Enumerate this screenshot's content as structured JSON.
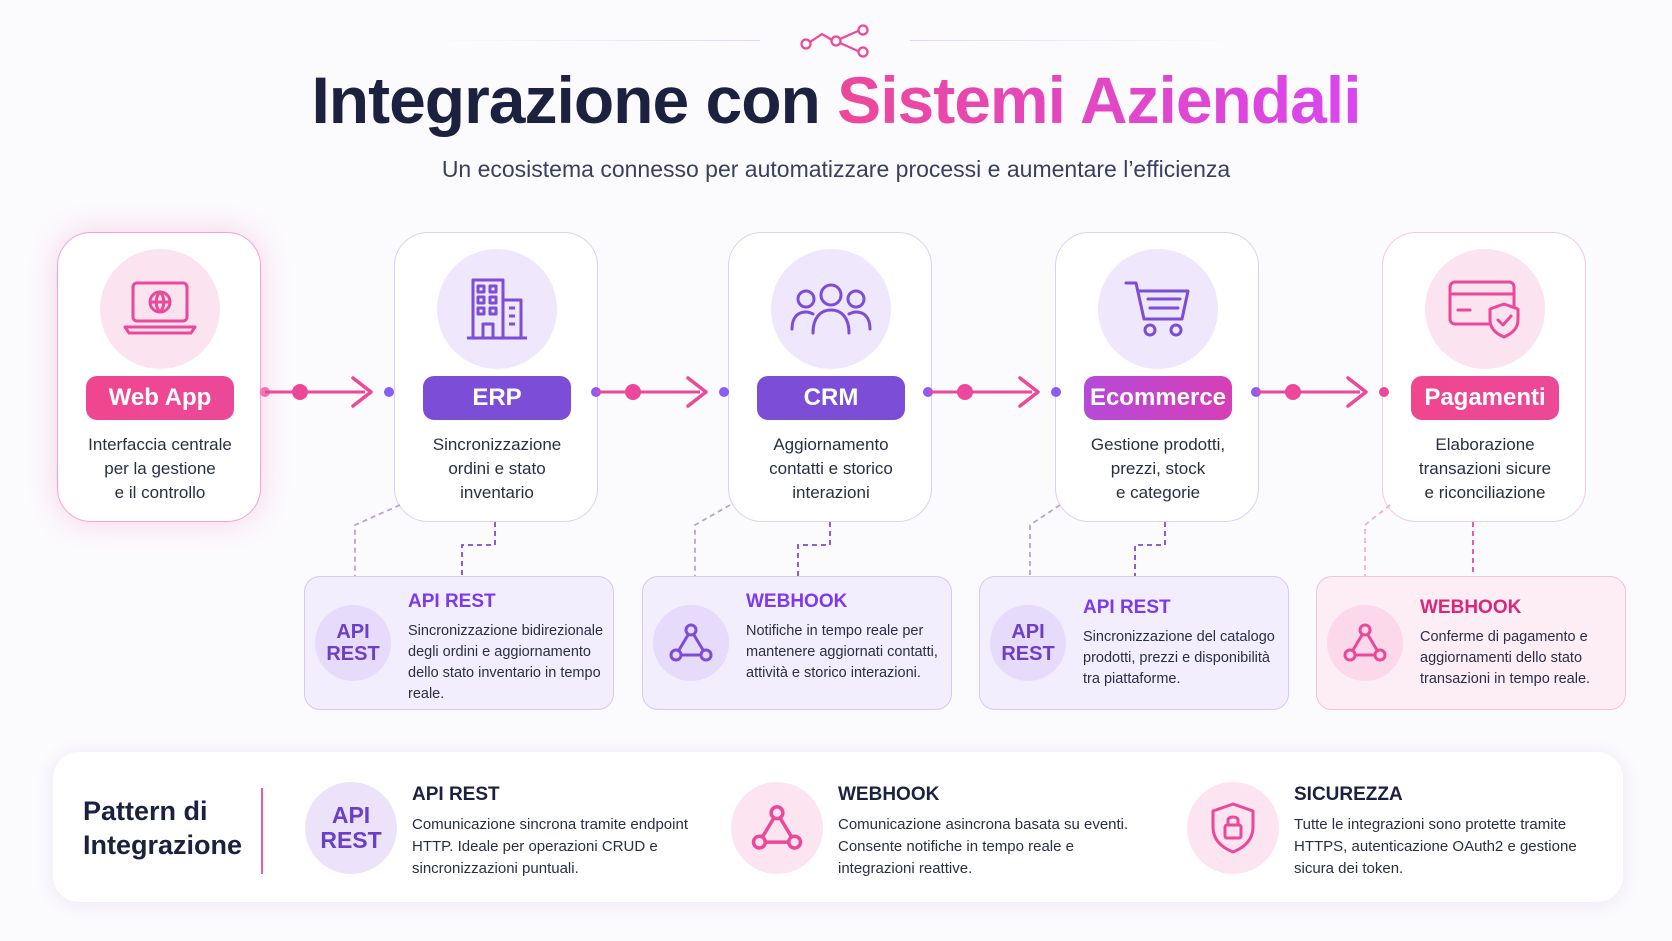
{
  "header": {
    "title_part1": "Integrazione con",
    "title_part2": "Sistemi Aziendali",
    "subtitle": "Un ecosistema connesso per automatizzare processi e aumentare l’efficienza"
  },
  "colors": {
    "pink": "#ec4899",
    "purple": "#7c4dd6",
    "navy": "#1c2140",
    "lavender": "#efe7fb"
  },
  "systems": [
    {
      "icon": "laptop-globe-icon",
      "label": "Web App",
      "desc1": "Interfaccia centrale",
      "desc2": "per la gestione",
      "desc3": "e il controllo"
    },
    {
      "icon": "building-icon",
      "label": "ERP",
      "desc1": "Sincronizzazione",
      "desc2": "ordini e stato",
      "desc3": "inventario"
    },
    {
      "icon": "users-icon",
      "label": "CRM",
      "desc1": "Aggiornamento",
      "desc2": "contatti e storico",
      "desc3": "interazioni"
    },
    {
      "icon": "cart-icon",
      "label": "Ecommerce",
      "desc1": "Gestione prodotti,",
      "desc2": "prezzi, stock",
      "desc3": "e categorie"
    },
    {
      "icon": "card-shield-icon",
      "label": "Pagamenti",
      "desc1": "Elaborazione",
      "desc2": "transazioni sicure",
      "desc3": "e riconciliazione"
    }
  ],
  "integrations": [
    {
      "badge1": "API",
      "badge2": "REST",
      "title": "API REST",
      "text": "Sincronizzazione bidirezionale degli ordini e aggiornamento dello stato inventario in tempo reale."
    },
    {
      "title": "WEBHOOK",
      "text": "Notifiche in tempo reale per mantenere aggiornati contatti, attività e storico interazioni."
    },
    {
      "badge1": "API",
      "badge2": "REST",
      "title": "API REST",
      "text": "Sincronizzazione del catalogo prodotti, prezzi e disponibilità tra piattaforme."
    },
    {
      "title": "WEBHOOK",
      "text": "Conferme di pagamento e aggiornamenti dello stato transazioni in tempo reale."
    }
  ],
  "patterns": {
    "title1": "Pattern di",
    "title2": "Integrazione",
    "items": [
      {
        "badge1": "API",
        "badge2": "REST",
        "title": "API REST",
        "desc": "Comunicazione sincrona tramite endpoint HTTP. Ideale per operazioni CRUD e sincronizzazioni puntuali."
      },
      {
        "icon": "webhook-icon",
        "title": "WEBHOOK",
        "desc": "Comunicazione asincrona basata su eventi. Consente notifiche in tempo reale e integrazioni reattive."
      },
      {
        "icon": "shield-lock-icon",
        "title": "SICUREZZA",
        "desc": "Tutte le integrazioni sono protette tramite HTTPS, autenticazione OAuth2 e gestione sicura dei token."
      }
    ]
  }
}
